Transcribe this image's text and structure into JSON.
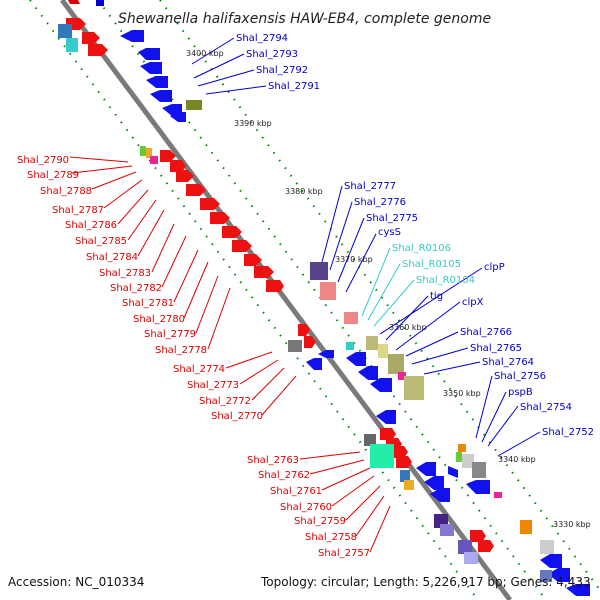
{
  "title": "Shewanella halifaxensis HAW-EB4, complete genome",
  "footer": {
    "accession": "Accession: NC_010334",
    "summary": "Topology: circular; Length: 5,226,917 bp; Genes: 4,433"
  },
  "colors": {
    "forward": "#dd0000",
    "reverse": "#0000cc",
    "rna": "#33cccc",
    "backbone": "#888888",
    "dots": "#008800"
  },
  "scale": [
    {
      "text": "3400 kbp"
    },
    {
      "text": "3390 kbp"
    },
    {
      "text": "3380 kbp"
    },
    {
      "text": "3370 kbp"
    },
    {
      "text": "3360 kbp"
    },
    {
      "text": "3350 kbp"
    },
    {
      "text": "3340 kbp"
    },
    {
      "text": "3330 kbp"
    }
  ],
  "labels_left": [
    {
      "text": "Shal_2790"
    },
    {
      "text": "Shal_2789"
    },
    {
      "text": "Shal_2788"
    },
    {
      "text": "Shal_2787"
    },
    {
      "text": "Shal_2786"
    },
    {
      "text": "Shal_2785"
    },
    {
      "text": "Shal_2784"
    },
    {
      "text": "Shal_2783"
    },
    {
      "text": "Shal_2782"
    },
    {
      "text": "Shal_2781"
    },
    {
      "text": "Shal_2780"
    },
    {
      "text": "Shal_2779"
    },
    {
      "text": "Shal_2778"
    },
    {
      "text": "Shal_2774"
    },
    {
      "text": "Shal_2773"
    },
    {
      "text": "Shal_2772"
    },
    {
      "text": "Shal_2770"
    },
    {
      "text": "Shal_2763"
    },
    {
      "text": "Shal_2762"
    },
    {
      "text": "Shal_2761"
    },
    {
      "text": "Shal_2760"
    },
    {
      "text": "Shal_2759"
    },
    {
      "text": "Shal_2758"
    },
    {
      "text": "Shal_2757"
    }
  ],
  "labels_right": [
    {
      "text": "Shal_2794",
      "kind": "gene"
    },
    {
      "text": "Shal_2793",
      "kind": "gene"
    },
    {
      "text": "Shal_2792",
      "kind": "gene"
    },
    {
      "text": "Shal_2791",
      "kind": "gene"
    },
    {
      "text": "Shal_2777",
      "kind": "gene"
    },
    {
      "text": "Shal_2776",
      "kind": "gene"
    },
    {
      "text": "Shal_2775",
      "kind": "gene"
    },
    {
      "text": "cysS",
      "kind": "gene"
    },
    {
      "text": "Shal_R0106",
      "kind": "rna"
    },
    {
      "text": "Shal_R0105",
      "kind": "rna"
    },
    {
      "text": "Shal_R0104",
      "kind": "rna"
    },
    {
      "text": "clpP",
      "kind": "gene"
    },
    {
      "text": "tig",
      "kind": "gene"
    },
    {
      "text": "clpX",
      "kind": "gene"
    },
    {
      "text": "Shal_2766",
      "kind": "gene"
    },
    {
      "text": "Shal_2765",
      "kind": "gene"
    },
    {
      "text": "Shal_2764",
      "kind": "gene"
    },
    {
      "text": "Shal_2756",
      "kind": "gene"
    },
    {
      "text": "pspB",
      "kind": "gene"
    },
    {
      "text": "Shal_2754",
      "kind": "gene"
    },
    {
      "text": "Shal_2752",
      "kind": "gene"
    }
  ]
}
